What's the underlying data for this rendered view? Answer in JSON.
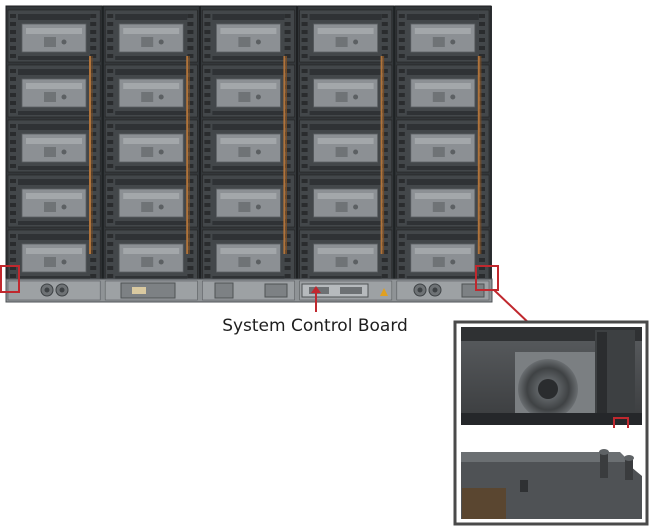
{
  "callout": {
    "label": "System Control Board"
  },
  "colors": {
    "wall_back": "#3c4043",
    "panel_grey": "#8c9094",
    "cable_orange": "#b0733a",
    "highlight_red": "#c0282e",
    "inset_frame": "#4a4a4a"
  },
  "layout_grid": {
    "cabinet_columns": 5,
    "module_rows": 5
  }
}
